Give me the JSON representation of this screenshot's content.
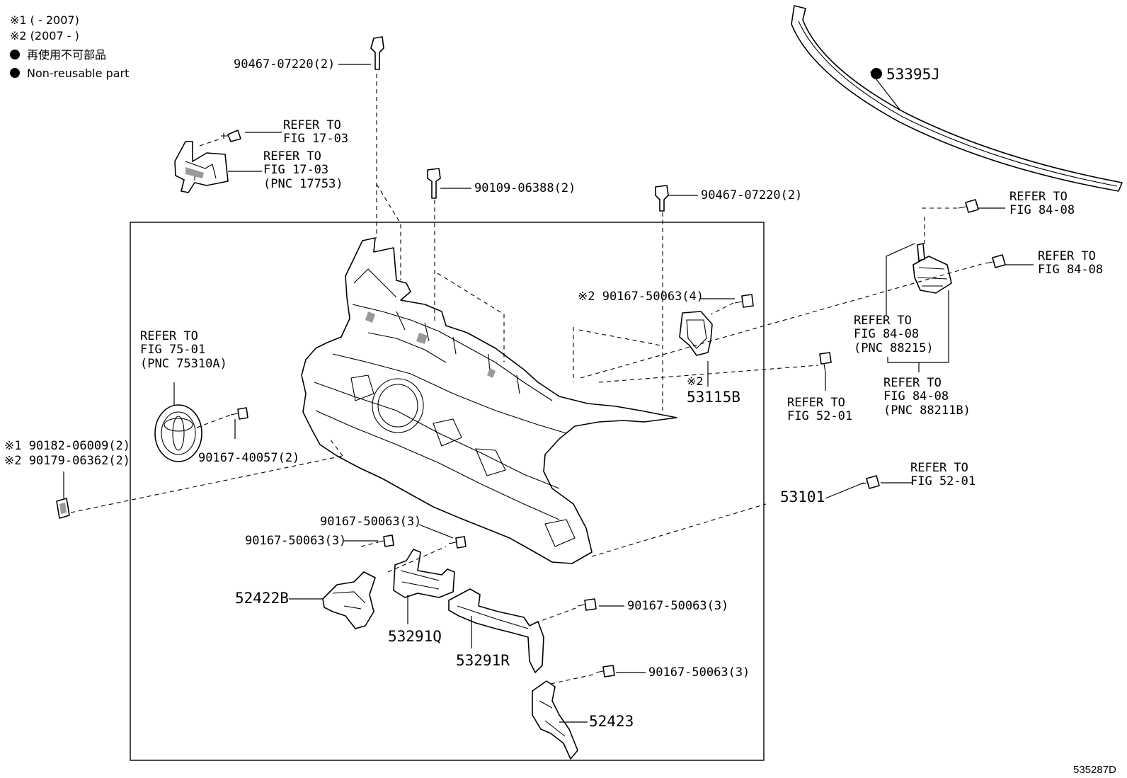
{
  "legend": {
    "note1": "※1 (    - 2007)",
    "note2": "※2 (2007 -    )",
    "jp_text": "再使用不可部品",
    "en_text": "Non-reusable part"
  },
  "labels": {
    "p90467_top": "90467-07220(2)",
    "refer_17_a1": "REFER TO",
    "refer_17_a2": "FIG 17-03",
    "refer_17_b1": "REFER TO",
    "refer_17_b2": "FIG 17-03",
    "refer_17_b3": "(PNC 17753)",
    "p90109": "90109-06388(2)",
    "p90467_mid": "90467-07220(2)",
    "p53395j": "53395J",
    "refer_84_a1": "REFER TO",
    "refer_84_a2": "FIG 84-08",
    "refer_84_b1": "REFER TO",
    "refer_84_b2": "FIG 84-08",
    "p90167_4": "※2 90167-50063(4)",
    "refer_84_c1": "REFER TO",
    "refer_84_c2": "FIG 84-08",
    "refer_84_c3": "(PNC 88215)",
    "refer_84_d1": "REFER TO",
    "refer_84_d2": "FIG 84-08",
    "refer_84_d3": "(PNC 88211B)",
    "refer_52_a1": "REFER TO",
    "refer_52_a2": "FIG 52-01",
    "p53115b_mark": "※2",
    "p53115b": "53115B",
    "refer_75_1": "REFER TO",
    "refer_75_2": "FIG 75-01",
    "refer_75_3": "(PNC 75310A)",
    "p90182": "※1 90182-06009(2)",
    "p90179": "※2 90179-06362(2)",
    "p90167_40057": "90167-40057(2)",
    "p53101": "53101",
    "refer_52_b1": "REFER TO",
    "refer_52_b2": "FIG 52-01",
    "p90167_3a": "90167-50063(3)",
    "p90167_3b": "90167-50063(3)",
    "p52422b": "52422B",
    "p53291q": "53291Q",
    "p53291r": "53291R",
    "p90167_3c": "90167-50063(3)",
    "p90167_3d": "90167-50063(3)",
    "p52423": "52423"
  },
  "doc_id": "535287D"
}
